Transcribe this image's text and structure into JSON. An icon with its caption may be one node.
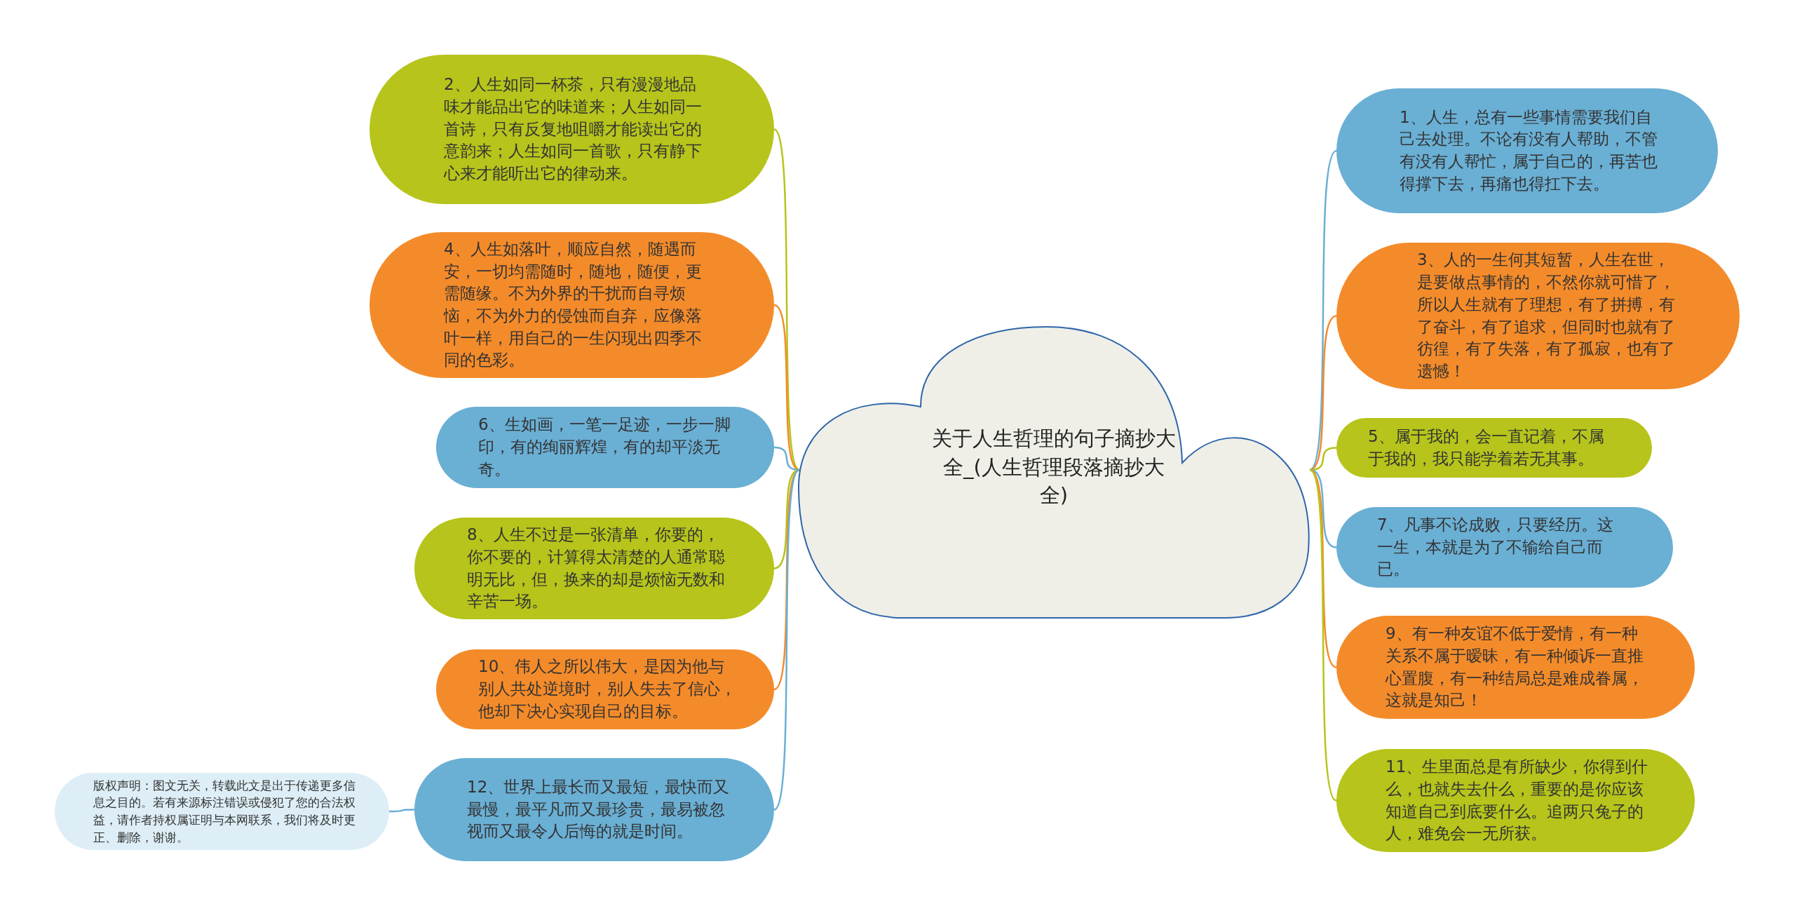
{
  "diagram": {
    "nodes": [
      {
        "text": [
          "关于人生哲理的句子摘抄大全_(人生哲理段落摘抄大全)"
        ]
      },
      {
        "text": [
          "1、人生，总有一些事情需要我们自己去处理。不论有没有人帮助，不管有没有人帮忙，属于自己的，再苦也得撑下去，再痛也得扛下去。"
        ]
      },
      {
        "text": [
          "2、人生如同一杯茶，只有漫漫地品味才能品出它的味道来；人生如同一首诗，只有反复地咀嚼才能读出它的意韵来；人生如同一首歌，只有静下心来才能听出它的律动来。"
        ]
      },
      {
        "text": [
          "3、人的一生何其短暂，人生在世，是要做点事情的，不然你就可惜了，所以人生就有了理想，有了拼搏，有了奋斗，有了追求，但同时也就有了彷徨，有了失落，有了孤寂，也有了遗憾！"
        ]
      },
      {
        "text": [
          "4、人生如落叶，顺应自然，随遇而安，一切均需随时，随地，随便，更需随缘。不为外界的干扰而自寻烦恼，不为外力的侵蚀而自弃，应像落叶一样，用自己的一生闪现出四季不同的色彩。"
        ]
      },
      {
        "text": [
          "5、属于我的，会一直记着，不属于我的，我只能学着若无其事。"
        ]
      },
      {
        "text": [
          "6、生如画，一笔一足迹，一步一脚印，有的绚丽辉煌，有的却平淡无奇。"
        ]
      },
      {
        "text": [
          "7、凡事不论成败，只要经历。这一生，本就是为了不输给自己而已。"
        ]
      },
      {
        "text": [
          "8、人生不过是一张清单，你要的，你不要的，计算得太清楚的人通常聪明无比，但，换来的却是烦恼无数和辛苦一场。"
        ]
      },
      {
        "text": [
          "9、有一种友谊不低于爱情，有一种关系不属于暧昧，有一种倾诉一直推心置腹，有一种结局总是难成眷属，这就是知己！"
        ]
      },
      {
        "text": [
          "10、伟人之所以伟大，是因为他与别人共处逆境时，别人失去了信心，他却下决心实现自己的目标。"
        ]
      },
      {
        "text": [
          "11、生里面总是有所缺少，你得到什么，也就失去什么，重要的是你应该知道自己到底要什么。追两只兔子的人，难免会一无所获。"
        ]
      },
      {
        "text": [
          "12、世界上最长而又最短，最快而又最慢，最平凡而又最珍贵，最易被忽视而又最令人后悔的就是时间。"
        ]
      },
      {
        "text": [
          "版权声明：图文无关，转载此文是出于传递更多信息之目的。若有来源标注错误或侵犯了您的合法权益，请作者持权属证明与本网联系，我们将及时更正、删除，谢谢。"
        ]
      }
    ],
    "edges": [
      {
        "from": 0,
        "to": 1,
        "arrow": "none",
        "color": "#6aafd4"
      },
      {
        "from": 0,
        "to": 2,
        "arrow": "none",
        "color": "#b6c41b"
      },
      {
        "from": 0,
        "to": 3,
        "arrow": "none",
        "color": "#f48b2a"
      },
      {
        "from": 0,
        "to": 4,
        "arrow": "none",
        "color": "#f48b2a"
      },
      {
        "from": 0,
        "to": 5,
        "arrow": "none",
        "color": "#b6c41b"
      },
      {
        "from": 0,
        "to": 6,
        "arrow": "none",
        "color": "#6aafd4"
      },
      {
        "from": 0,
        "to": 7,
        "arrow": "none",
        "color": "#6aafd4"
      },
      {
        "from": 0,
        "to": 8,
        "arrow": "none",
        "color": "#b6c41b"
      },
      {
        "from": 0,
        "to": 9,
        "arrow": "none",
        "color": "#f48b2a"
      },
      {
        "from": 0,
        "to": 10,
        "arrow": "none",
        "color": "#f48b2a"
      },
      {
        "from": 0,
        "to": 11,
        "arrow": "none",
        "color": "#b6c41b"
      },
      {
        "from": 0,
        "to": 12,
        "arrow": "none",
        "color": "#6aafd4"
      },
      {
        "from": 12,
        "to": 13,
        "arrow": "none",
        "color": "#6aafd4"
      }
    ]
  }
}
